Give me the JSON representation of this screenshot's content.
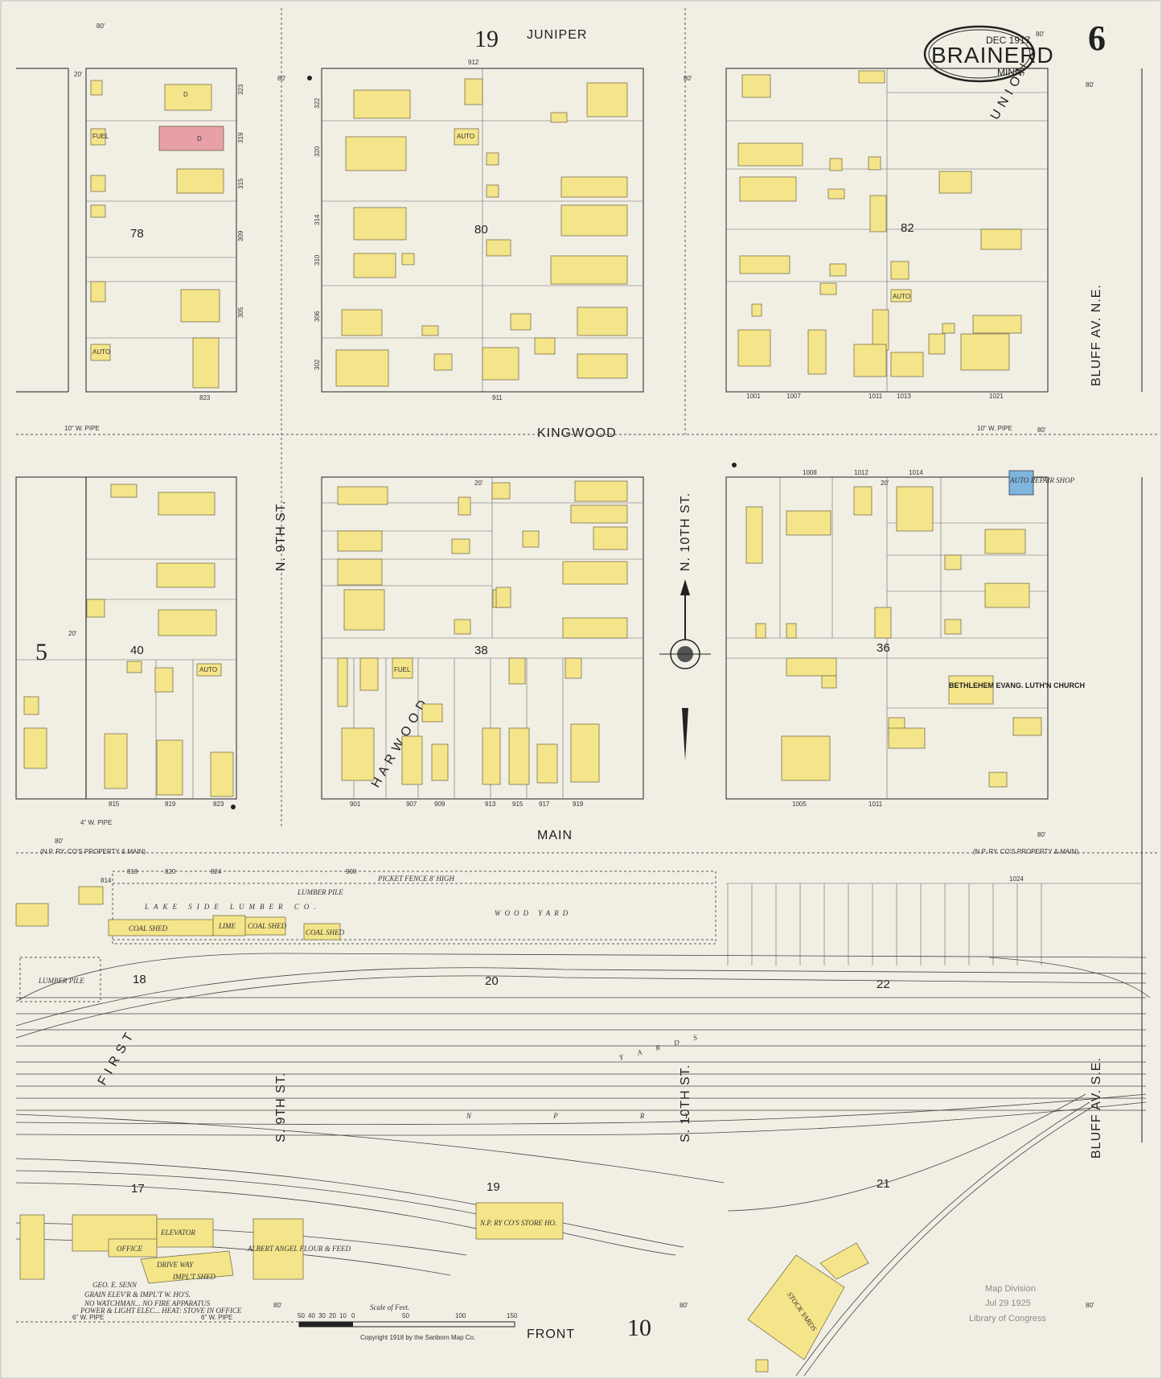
{
  "header": {
    "city": "BRAINERD",
    "state": "MINN.",
    "date": "DEC 1917",
    "sheet": "6",
    "block_top": "19",
    "block_bottom": "10",
    "block_left": "5"
  },
  "streets": {
    "juniper": "JUNIPER",
    "kingwood": "KINGWOOD",
    "main": "MAIN",
    "front": "FRONT",
    "n9th": "N. 9TH ST.",
    "n10th": "N. 10TH ST.",
    "s9th": "S. 9TH ST.",
    "s10th": "S. 10TH ST.",
    "bluff_ne": "BLUFF AV. N.E.",
    "bluff_se": "BLUFF AV. S.E."
  },
  "additions": {
    "union": "U N I O N",
    "harwood": "H A R W O O D",
    "fir": "F I R S T"
  },
  "blocks": [
    "78",
    "80",
    "82",
    "40",
    "38",
    "36",
    "18",
    "20",
    "22",
    "17",
    "19",
    "21"
  ],
  "labels": {
    "lumber_co": "LAKE SIDE LUMBER CO.",
    "wood_yard": "WOOD YARD",
    "coal_shed": "COAL SHED",
    "lime": "LIME",
    "lumber_pile": "LUMBER PILE",
    "picket_fence": "PICKET FENCE 8' HIGH",
    "store_house": "N.P. RY CO'S STORE HO.",
    "albert": "ALBERT ANGEL FLOUR & FEED",
    "senn": "GEO. E. SENN",
    "senn2": "GRAIN ELEV'R & IMPL'T W. HO'S.",
    "senn3": "NO WATCHMAN... NO FIRE APPARATUS",
    "senn4": "POWER & LIGHT ELEC... HEAT: STOVE IN OFFICE",
    "church": "BETHLEHEM EVANG. LUTH'N CHURCH",
    "auto_shop": "AUTO REPAIR SHOP",
    "stock_yards": "STOCK YARDS",
    "yards": "Y A R D S",
    "np_ry": "N  P  RY",
    "scale": "Scale of Feet.",
    "copyright": "Copyright 1918 by the Sanborn Map Co.",
    "library": "Map Division",
    "library2": "Jul 29 1925",
    "library3": "Library of Congress",
    "w_pipe10": "10\" W. PIPE",
    "w_pipe4": "4\" W. PIPE",
    "w_pipe6": "6\" W. PIPE",
    "np_fence": "(N.P. RY. CO'S PROPERTY & MAIN)",
    "eighty": "80'",
    "twenty": "20'",
    "dwelling": "D",
    "auto": "AUTO",
    "fuel": "FUEL",
    "elevator": "ELEVATOR",
    "office": "OFFICE",
    "driveway": "DRIVE WAY",
    "implt_shed": "IMPL'T SHED",
    "scale_nums": [
      "50",
      "40",
      "30",
      "20",
      "10",
      "0",
      "50",
      "100",
      "150"
    ]
  },
  "house_numbers": {
    "juniper": [
      "912"
    ],
    "kingwood_top": [
      "823",
      "911",
      "1001",
      "1007",
      "1011",
      "1013",
      "1021"
    ],
    "kingwood_bottom": [
      "1008",
      "1012",
      "1014"
    ],
    "main_top": [
      "815",
      "819",
      "823",
      "901",
      "907",
      "909",
      "913",
      "915",
      "917",
      "919",
      "1005",
      "1011"
    ],
    "main_bottom": [
      "814",
      "818",
      "820",
      "824",
      "900",
      "1024"
    ],
    "n9th_west": [
      "323",
      "319",
      "315",
      "309",
      "305"
    ],
    "n9th_east": [
      "322",
      "320",
      "314",
      "310",
      "306",
      "302"
    ]
  },
  "colors": {
    "paper": "#f1efe4",
    "frame": "#f4e58a",
    "brick": "#e8a0a8",
    "concrete": "#7fb6dd",
    "ink": "#444444"
  }
}
